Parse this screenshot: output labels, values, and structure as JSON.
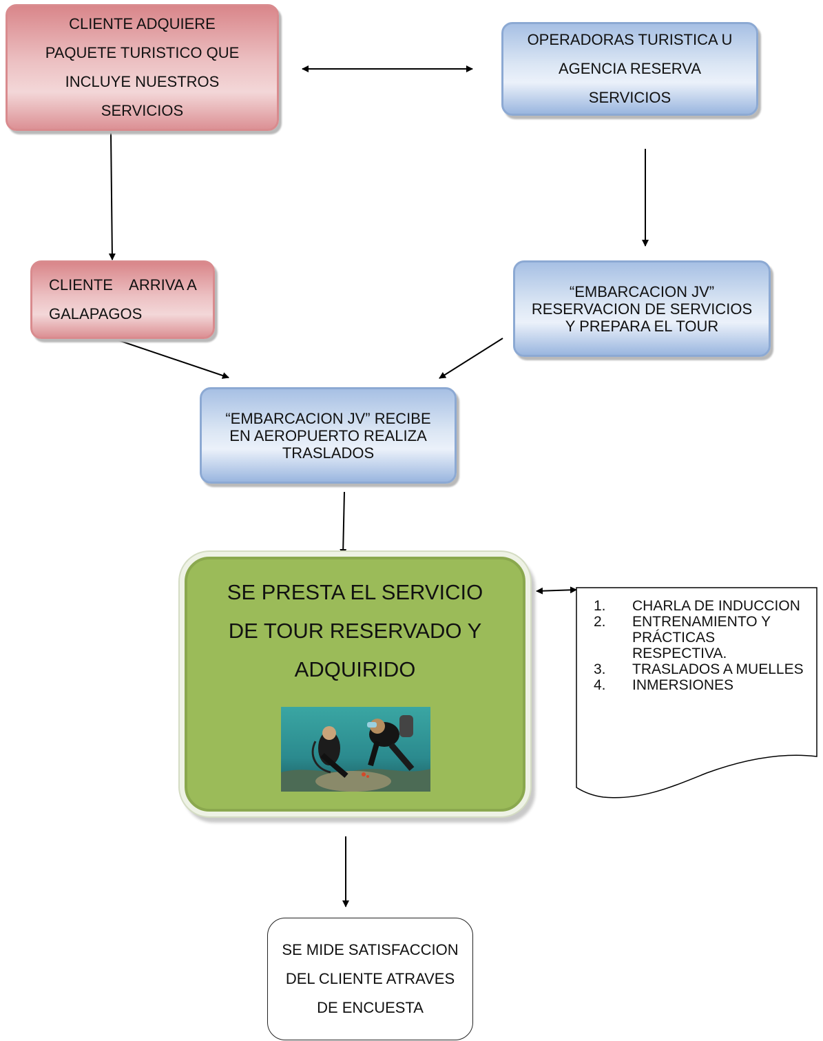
{
  "nodes": {
    "client_buys": "CLIENTE ADQUIERE PAQUETE TURISTICO QUE INCLUYE NUESTROS SERVICIOS",
    "operators": "OPERADORAS TURISTICA U AGENCIA RESERVA SERVICIOS",
    "client_arrives": "CLIENTE    ARRIVA A GALAPAGOS",
    "embarcacion_prepares": "“EMBARCACION JV” RESERVACION DE SERVICIOS  Y PREPARA EL TOUR",
    "embarcacion_receives": "“EMBARCACION JV” RECIBE EN AEROPUERTO REALIZA TRASLADOS",
    "service": "SE PRESTA EL SERVICIO DE TOUR RESERVADO Y ADQUIRIDO",
    "survey": "SE MIDE SATISFACCION DEL CLIENTE ATRAVES DE ENCUESTA"
  },
  "activities": [
    {
      "num": "1.",
      "text": "CHARLA DE INDUCCION"
    },
    {
      "num": "2.",
      "text": "ENTRENAMIENTO Y PRÁCTICAS RESPECTIVA."
    },
    {
      "num": "3.",
      "text": "TRASLADOS A MUELLES"
    },
    {
      "num": "4.",
      "text": "INMERSIONES"
    }
  ],
  "colors": {
    "pink": "#d9868a",
    "blue": "#a7c0e4",
    "green": "#9bbb59",
    "water": "#2b8a8e"
  },
  "photo_icon": "scuba-divers-photo"
}
